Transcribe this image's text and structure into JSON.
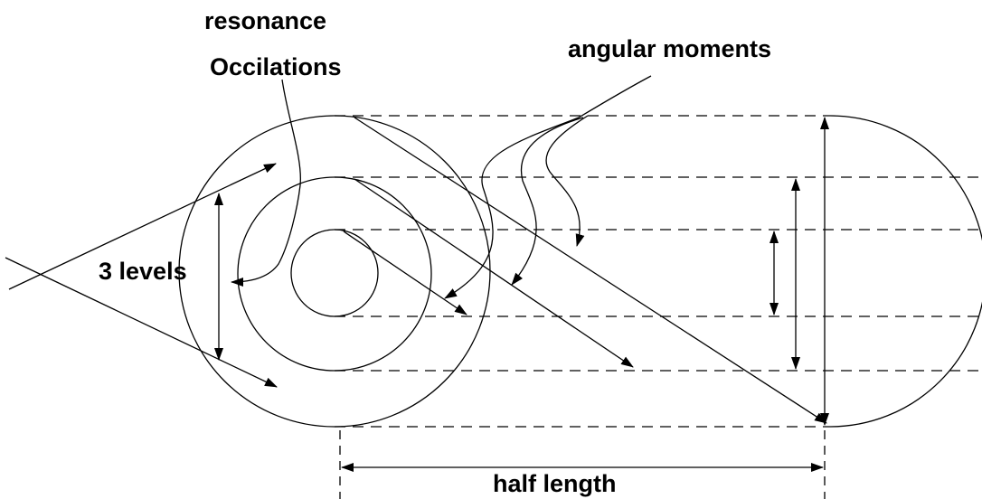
{
  "labels": {
    "resonance": "resonance",
    "occilations": "Occilations",
    "angular_moments": "angular moments",
    "levels": "3 levels",
    "half_length": "half length"
  },
  "colors": {
    "ink": "#000000",
    "background": "#ffffff"
  }
}
